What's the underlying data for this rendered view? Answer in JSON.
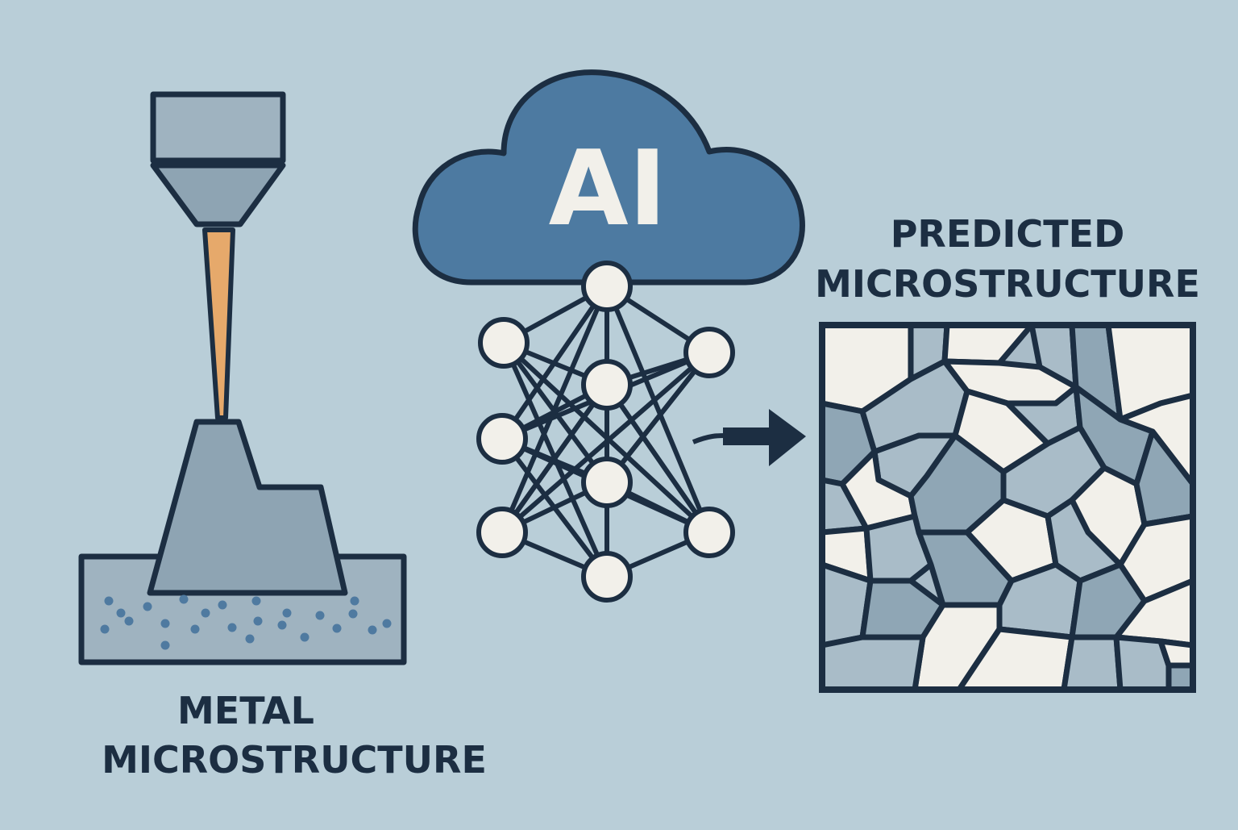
{
  "labels": {
    "left_line1": "METAL",
    "left_line2": "MICROSTRUCTURE",
    "cloud_text": "AI",
    "right_line1": "PREDICTED",
    "right_line2": "MICROSTRUCTURE"
  },
  "colors": {
    "background": "#b9ced8",
    "outline": "#1c2e42",
    "metal": "#8ea4b3",
    "metal_light": "#9fb3c0",
    "beam": "#e6a96b",
    "cloud": "#4d7aa1",
    "node": "#f2f0ea",
    "grain_dark": "#8fa6b5",
    "grain_mid": "#a9bcc8",
    "grain_light": "#f2f0ea",
    "dots": "#4f7aa0"
  },
  "icons": [
    "laser-nozzle-icon",
    "cloud-icon",
    "neural-network-icon",
    "arrow-right-icon",
    "grain-structure-icon"
  ]
}
